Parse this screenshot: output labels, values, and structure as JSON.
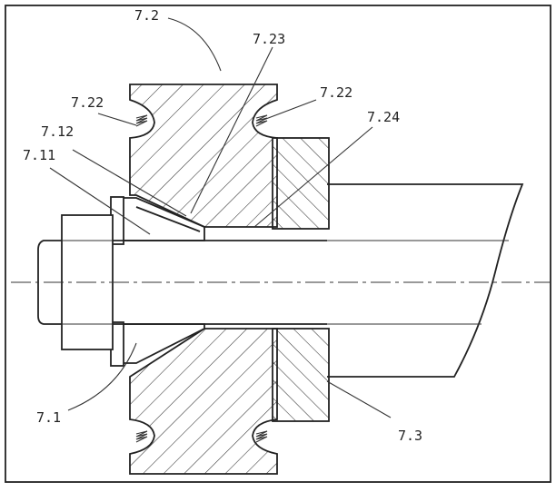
{
  "labels": {
    "l_7_2": "7.2",
    "l_7_23": "7.23",
    "l_7_22_left": "7.22",
    "l_7_22_right": "7.22",
    "l_7_12": "7.12",
    "l_7_24": "7.24",
    "l_7_11": "7.11",
    "l_7_1": "7.1",
    "l_7_3": "7.3"
  },
  "colors": {
    "line": "#222222",
    "background": "#ffffff"
  }
}
